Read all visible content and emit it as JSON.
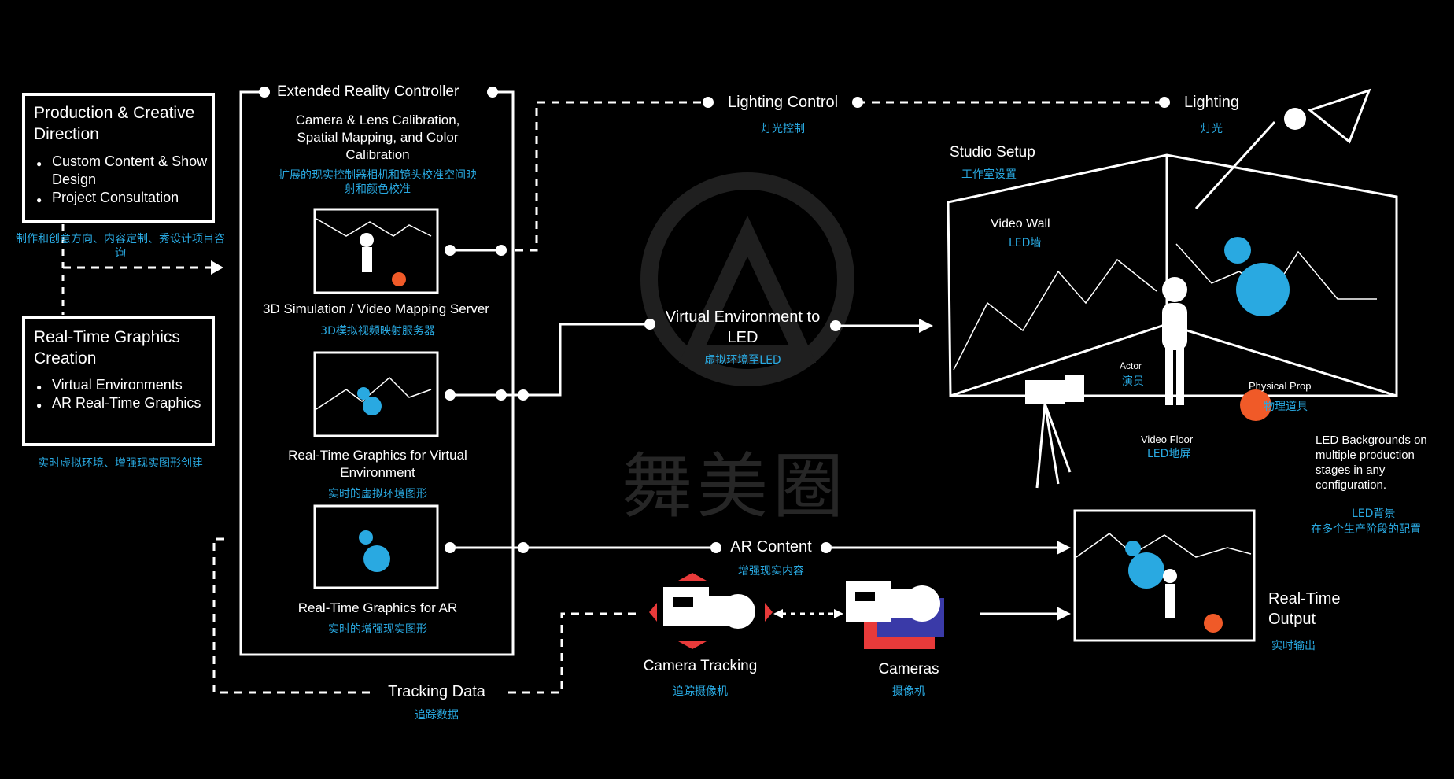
{
  "production": {
    "title": "Production & Creative Direction",
    "items": [
      "Custom Content & Show Design",
      "Project Consultation"
    ],
    "cn": "制作和创意方向、内容定制、秀设计项目咨询"
  },
  "graphics_creation": {
    "title": "Real-Time Graphics Creation",
    "items": [
      "Virtual Environments",
      "AR Real-Time Graphics"
    ],
    "cn": "实时虚拟环境、增强现实图形创建"
  },
  "xr_controller": {
    "title": "Extended Reality Controller",
    "calibration": "Camera & Lens Calibration, Spatial Mapping, and Color Calibration",
    "calibration_cn": "扩展的现实控制器相机和镜头校准空间映射和颜色校准",
    "panel1_label": "3D Simulation / Video Mapping Server",
    "panel1_cn": "3D模拟视频映射服务器",
    "panel2_label": "Real-Time Graphics for Virtual Environment",
    "panel2_cn": "实时的虚拟环境图形",
    "panel3_label": "Real-Time Graphics for AR",
    "panel3_cn": "实时的增强现实图形"
  },
  "lighting_control": {
    "label": "Lighting Control",
    "cn": "灯光控制"
  },
  "lighting": {
    "label": "Lighting",
    "cn": "灯光"
  },
  "studio": {
    "title": "Studio Setup",
    "title_cn": "工作室设置",
    "video_wall": "Video Wall",
    "video_wall_cn": "LED墙",
    "actor": "Actor",
    "actor_cn": "演员",
    "prop": "Physical Prop",
    "prop_cn": "物理道具",
    "floor": "Video Floor",
    "floor_cn": "LED地屏"
  },
  "virtual_env": {
    "label": "Virtual Environment to LED",
    "cn": "虚拟环境至LED"
  },
  "led_backgrounds": {
    "text": "LED Backgrounds on multiple production stages in any configuration.",
    "cn1": "LED背景",
    "cn2": "在多个生产阶段的配置"
  },
  "ar_content": {
    "label": "AR Content",
    "cn": "增强现实内容"
  },
  "realtime_output": {
    "label": "Real-Time Output",
    "cn": "实时输出"
  },
  "camera_tracking": {
    "label": "Camera Tracking",
    "cn": "追踪摄像机"
  },
  "cameras": {
    "label": "Cameras",
    "cn": "摄像机"
  },
  "tracking_data": {
    "label": "Tracking Data",
    "cn": "追踪数据"
  },
  "watermark": "舞美圈",
  "colors": {
    "background": "#000000",
    "line": "#ffffff",
    "accent_blue": "#29a9e1",
    "prop_orange": "#f05a28",
    "camera_red": "#e83a3a",
    "camera_navy": "#3a3aa8"
  }
}
